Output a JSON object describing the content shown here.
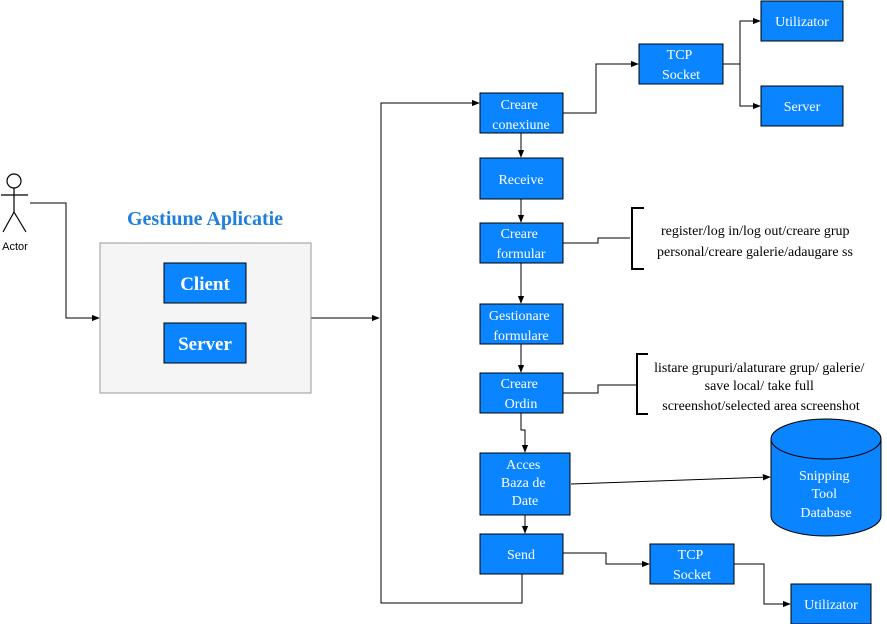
{
  "colors": {
    "box_fill": "#0a84ff",
    "group_fill": "#f5f5f5",
    "title_color": "#1e7fe0"
  },
  "actor": {
    "label": "Actor"
  },
  "app": {
    "title": "Gestiune Aplicatie",
    "client": "Client",
    "server": "Server"
  },
  "flow": {
    "creare_conexiune": [
      "Creare",
      "conexiune"
    ],
    "receive": [
      "Receive"
    ],
    "creare_formular": [
      "Creare",
      "formular"
    ],
    "gestionare_formulare": [
      "Gestionare",
      "formulare"
    ],
    "creare_ordin": [
      "Creare",
      "Ordin"
    ],
    "acces_baza": [
      "Acces",
      "Baza de",
      "Date"
    ],
    "send": [
      "Send"
    ]
  },
  "connection": {
    "tcp_socket_top": [
      "TCP",
      "Socket"
    ],
    "utilizator_top": "Utilizator",
    "server_top": "Server",
    "tcp_socket_bottom": [
      "TCP",
      "Socket"
    ],
    "utilizator_bottom": "Utilizator"
  },
  "database": {
    "label": [
      "Snipping",
      "Tool",
      "Database"
    ]
  },
  "notes": {
    "formular": [
      "register/log in/log out/creare grup",
      "personal/creare galerie/adaugare ss"
    ],
    "ordin": [
      "listare grupuri/alaturare grup/ galerie/",
      "save local/ take full",
      "screenshot/selected area screenshot"
    ]
  }
}
